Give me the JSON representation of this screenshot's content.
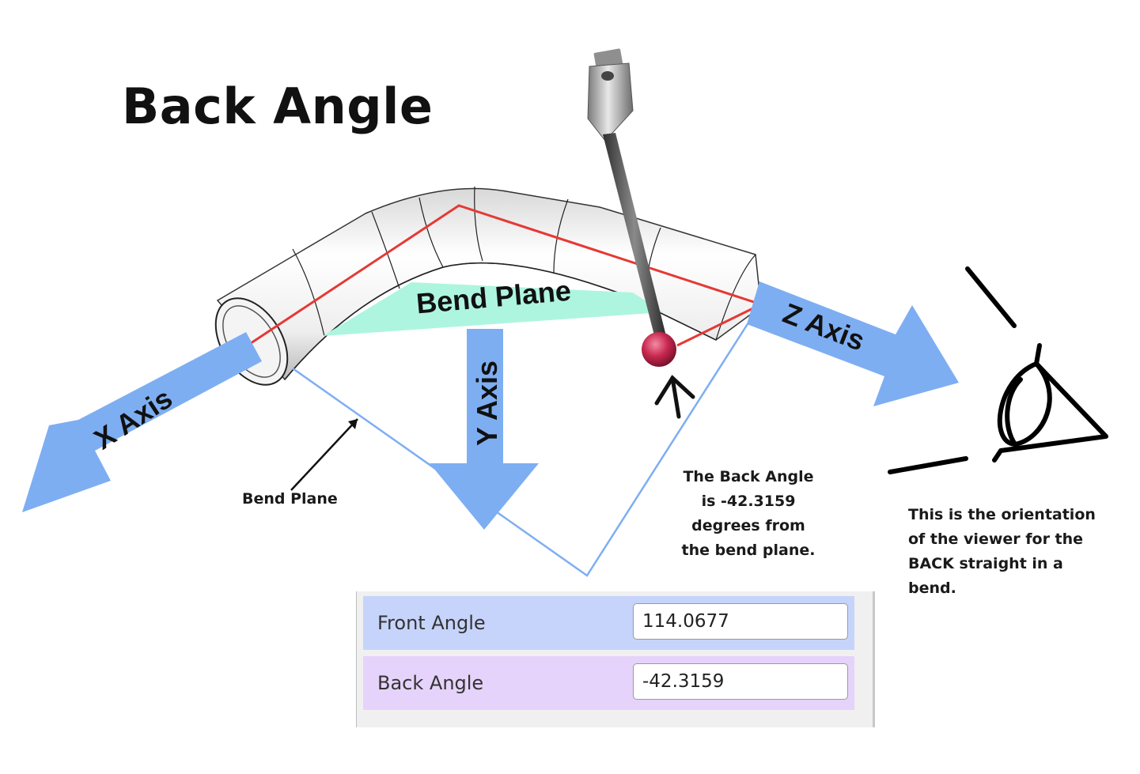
{
  "title": "Back Angle",
  "labels": {
    "x_axis": "X Axis",
    "y_axis": "Y Axis",
    "z_axis": "Z Axis",
    "bend_plane_banner": "Bend Plane",
    "bend_plane_callout": "Bend Plane"
  },
  "notes": {
    "back_angle": [
      "The Back Angle",
      "is -42.3159",
      "degrees from",
      "the bend plane."
    ],
    "viewer": [
      "This is the orientation",
      "of the viewer for the",
      "BACK straight in a",
      "bend."
    ]
  },
  "panel": {
    "front_angle_label": "Front Angle",
    "front_angle_value": "114.0677",
    "back_angle_label": "Back Angle",
    "back_angle_value": "-42.3159"
  },
  "colors": {
    "axis_arrow": "#7eaef2",
    "bend_plane_fill": "#aef5df",
    "bend_plane_outline": "#e53935",
    "projection_line": "#7eaef2",
    "front_row": "#c6d4fb",
    "back_row": "#e5d3fb",
    "probe_ruby": "#c8284f"
  },
  "icons": [
    "eye-icon",
    "probe-stylus-icon",
    "bent-tube-image"
  ]
}
